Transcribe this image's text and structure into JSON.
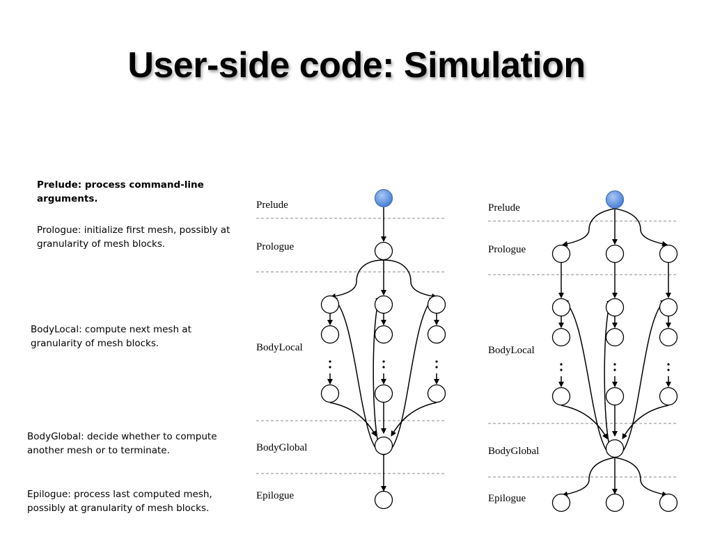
{
  "slide": {
    "title": "User-side code: Simulation"
  },
  "descriptions": {
    "prelude": "Prelude: process command-line arguments.",
    "prologue": "Prologue: initialize first mesh, possibly at granularity of mesh blocks.",
    "body_local": "BodyLocal: compute next mesh at granularity of mesh blocks.",
    "body_global": "BodyGlobal: decide whether to compute another mesh or to terminate.",
    "epilogue": "Epilogue: process last computed mesh, possibly at granularity of mesh blocks."
  },
  "diagram_left": {
    "stages": [
      "Prelude",
      "Prologue",
      "BodyLocal",
      "BodyGlobal",
      "Epilogue"
    ]
  },
  "diagram_right": {
    "stages": [
      "Prelude",
      "Prologue",
      "BodyLocal",
      "BodyGlobal",
      "Epilogue"
    ]
  },
  "colors": {
    "start_node": "#6f9fe8",
    "node_stroke": "#000000",
    "divider": "#888888"
  }
}
